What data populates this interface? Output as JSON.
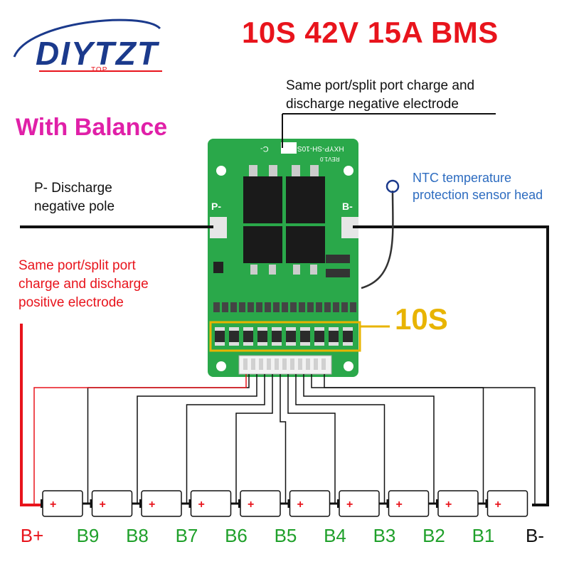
{
  "logo": {
    "name": "DIYTZT",
    "sub": "TOP"
  },
  "title": "10S 42V 15A BMS",
  "balance_label": "With Balance",
  "callouts": {
    "top_negative": [
      "Same port/split port charge and",
      "discharge negative electrode"
    ],
    "p_minus": [
      "P- Discharge",
      "negative pole"
    ],
    "positive": [
      "Same port/split port",
      "charge and discharge",
      "positive electrode"
    ],
    "ntc": [
      "NTC temperature",
      "protection sensor head"
    ],
    "series": "10S"
  },
  "board": {
    "silk_model": "HXYP-SH-10S",
    "silk_rev": "REV1.0",
    "pad_p_minus": "P-",
    "pad_b_minus": "B-",
    "pad_c_minus": "C-"
  },
  "terminals": [
    {
      "label": "B+",
      "color": "#e8141c"
    },
    {
      "label": "B9",
      "color": "#1fa02a"
    },
    {
      "label": "B8",
      "color": "#1fa02a"
    },
    {
      "label": "B7",
      "color": "#1fa02a"
    },
    {
      "label": "B6",
      "color": "#1fa02a"
    },
    {
      "label": "B5",
      "color": "#1fa02a"
    },
    {
      "label": "B4",
      "color": "#1fa02a"
    },
    {
      "label": "B3",
      "color": "#1fa02a"
    },
    {
      "label": "B2",
      "color": "#1fa02a"
    },
    {
      "label": "B1",
      "color": "#1fa02a"
    },
    {
      "label": "B-",
      "color": "#111111"
    }
  ],
  "cell_symbol": "+",
  "colors": {
    "pcb": "#2aa84a",
    "red": "#e8141c",
    "balance_box": "#e8b400"
  }
}
